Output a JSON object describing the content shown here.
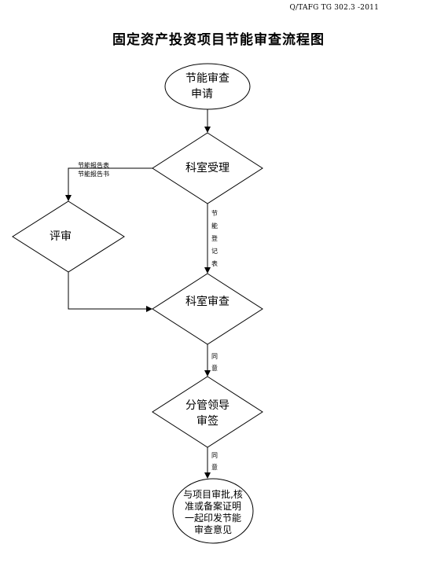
{
  "header": {
    "doc_code": "Q/TAFG TG 302.3 -2011",
    "title": "固定资产投资项目节能审查流程图"
  },
  "nodes": {
    "start": [
      "节能审查",
      "申请"
    ],
    "dept_accept": "科室受理",
    "review": "评审",
    "dept_review": "科室审查",
    "leader_sign": [
      "分管领导",
      "审签"
    ],
    "end": [
      "与项目审批,核",
      "准或备案证明",
      "一起印发节能",
      "审查意见"
    ]
  },
  "edge_labels": {
    "to_review": [
      "节能报告表",
      "节能报告书"
    ],
    "registration_form": [
      "节",
      "能",
      "登",
      "记",
      "表"
    ],
    "agree_1": [
      "同",
      "意"
    ],
    "agree_2": [
      "同",
      "意"
    ]
  }
}
